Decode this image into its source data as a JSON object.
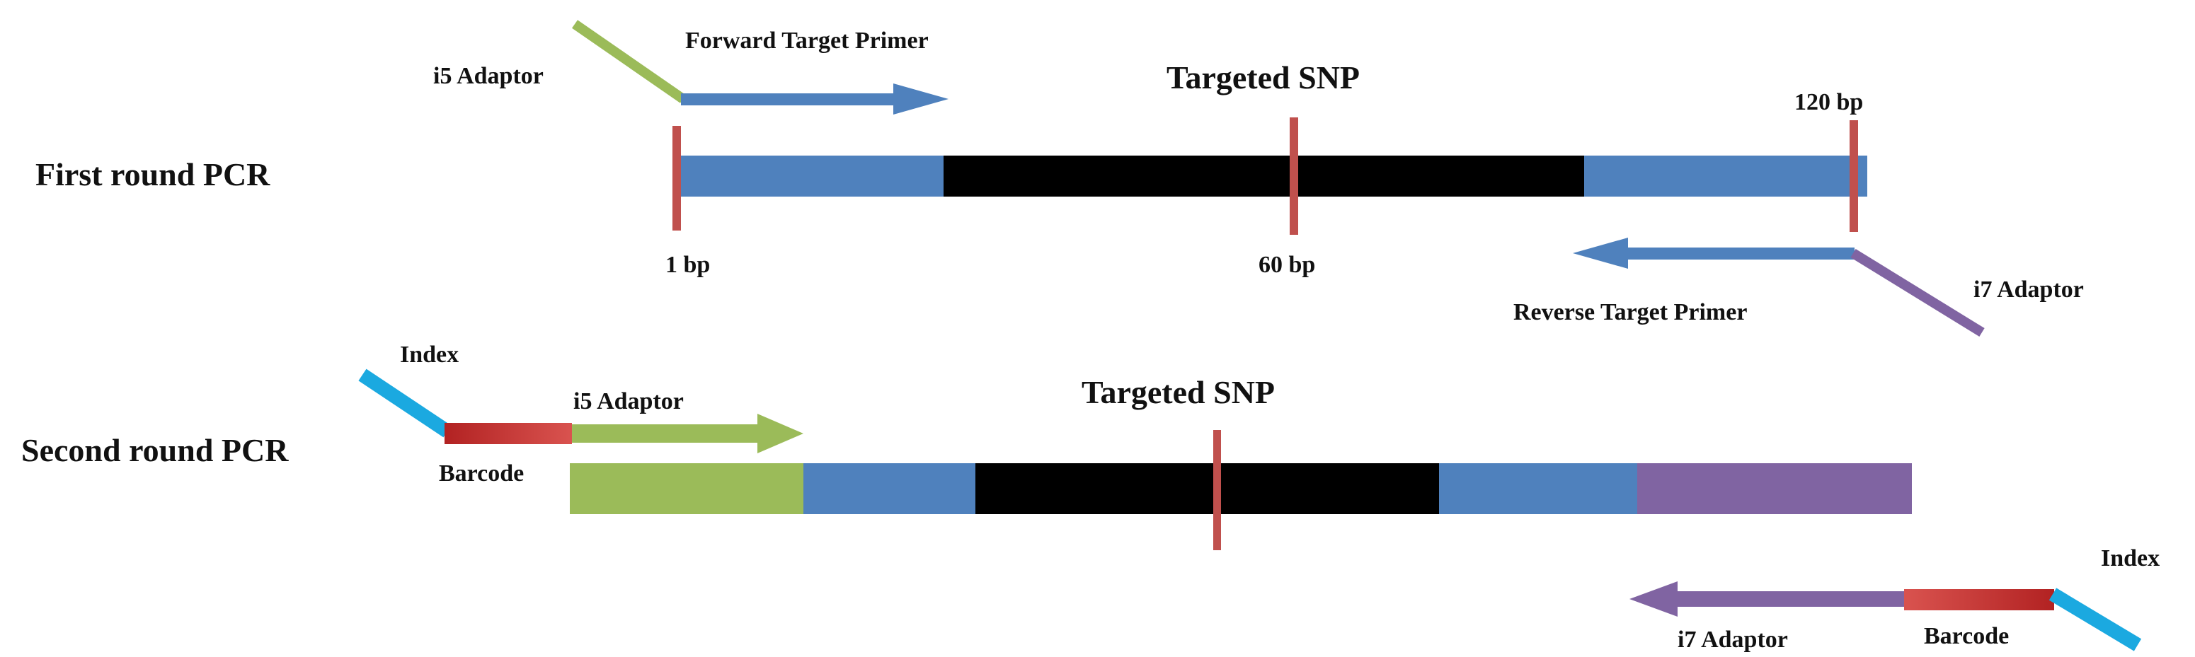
{
  "colors": {
    "blue": "#4f81bd",
    "black": "#000000",
    "green": "#9bbb59",
    "purple": "#8064a2",
    "red": "#c0504d",
    "dark_red": "#a52a2a",
    "cyan": "#1ba9e0",
    "snp_marker": "#c0504d"
  },
  "first_round": {
    "row_label": "First round PCR",
    "snp_label": "Targeted SNP",
    "pos_start": "1 bp",
    "pos_mid": "60 bp",
    "pos_end": "120 bp",
    "forward_primer": "Forward Target Primer",
    "reverse_primer": "Reverse Target Primer",
    "i5_adaptor": "i5 Adaptor",
    "i7_adaptor": "i7 Adaptor"
  },
  "second_round": {
    "row_label": "Second round PCR",
    "snp_label": "Targeted SNP",
    "index_left": "Index",
    "barcode_left": "Barcode",
    "i5_adaptor": "i5 Adaptor",
    "i7_adaptor": "i7 Adaptor",
    "barcode_right": "Barcode",
    "index_right": "Index"
  }
}
